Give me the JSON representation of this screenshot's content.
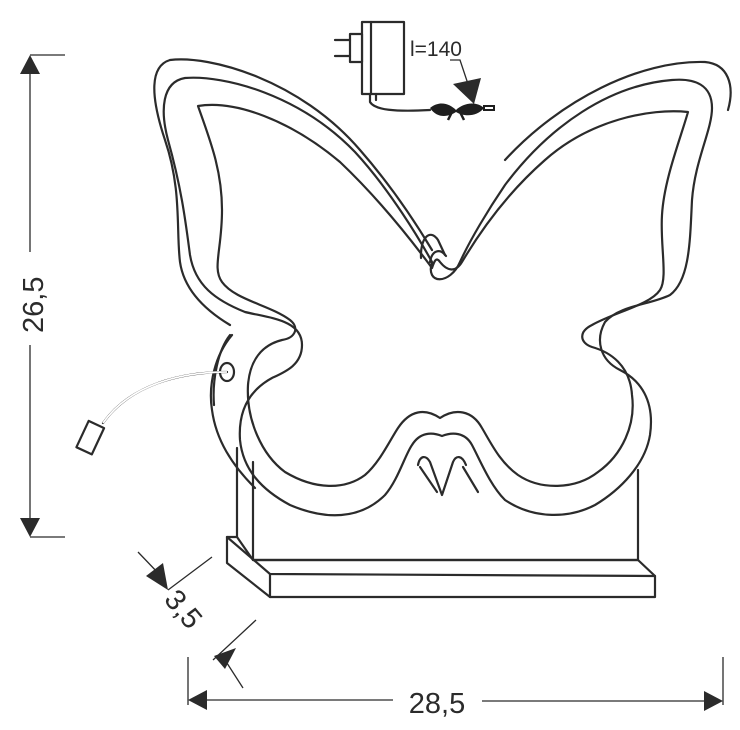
{
  "diagram": {
    "subject": "butterfly LED table lamp on rectangular base with plug-in power adapter",
    "dimensions": {
      "height": {
        "label": "26,5",
        "value": 26.5
      },
      "width": {
        "label": "28,5",
        "value": 28.5
      },
      "depth": {
        "label": "3,5",
        "value": 3.5
      }
    },
    "cable": {
      "label": "l=140",
      "value": 140
    },
    "colors": {
      "line": "#2b2b2b",
      "background": "#ffffff"
    }
  }
}
